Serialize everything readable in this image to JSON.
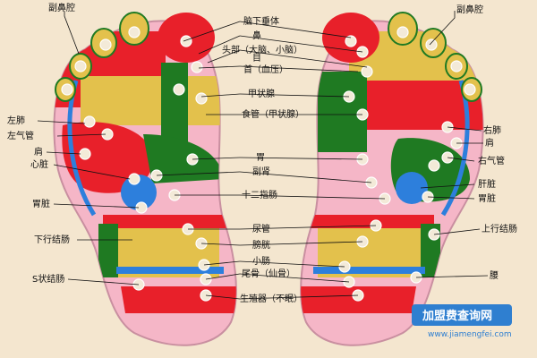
{
  "colors": {
    "background": "#f4e6cf",
    "red": "#e8202a",
    "yellow": "#e3c14c",
    "green": "#1f7a22",
    "blue": "#2d7fdc",
    "pink": "#f5b6c7",
    "cream": "#f2e6cc"
  },
  "left_labels": [
    "副鼻腔",
    "左肺",
    "左气管",
    "肩",
    "心脏",
    "胃脏",
    "下行结肠",
    "S状结肠"
  ],
  "center_labels": [
    "脑下垂体",
    "鼻",
    "头部（大脑、小脑）",
    "目",
    "首（血压）",
    "甲状腺",
    "食管（甲状腺）",
    "胃",
    "副肾",
    "十二指肠",
    "尿管",
    "膀胱",
    "小肠",
    "尾骨（仙骨）",
    "生殖器（不眠）"
  ],
  "right_labels": [
    "副鼻腔",
    "右肺",
    "肩",
    "右气管",
    "肝脏",
    "胃脏",
    "上行结肠",
    "腰"
  ],
  "watermark": {
    "brand": "加盟费查询网",
    "url": "www.jiamengfei.com"
  }
}
